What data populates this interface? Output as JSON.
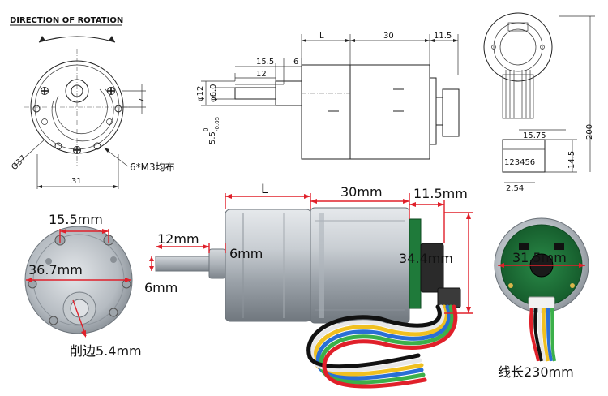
{
  "top_drawings": {
    "direction_label": "DIRECTION OF ROTATION",
    "front_dims": {
      "diameter": "Ø37",
      "width": "31",
      "offset": "7",
      "mount_note": "6*M3均布"
    },
    "side_dims": {
      "L": "L",
      "len_30": "30",
      "len_11_5": "11.5",
      "len_15_5": "15.5",
      "len_6": "6",
      "len_12": "12",
      "shaft_dia_12": "φ12",
      "shaft_dia_6": "φ6.0",
      "flat": "5.5",
      "flat_tol_upper": "0",
      "flat_tol_lower": "-0.05"
    },
    "encoder_dims": {
      "height_200": "200",
      "pitch_15_75": "15.75",
      "height_14_5": "14.5",
      "pins": "123456",
      "pitch_2_54": "2.54"
    }
  },
  "photo_labels": {
    "front_15_5": "15.5mm",
    "front_36_7": "36.7mm",
    "flat": "削边5.4mm",
    "shaft_12": "12mm",
    "shaft_6_len": "6mm",
    "shaft_6_dia": "6mm",
    "L": "L",
    "body_30": "30mm",
    "enc_11_5": "11.5mm",
    "height_34_4": "34.4mm",
    "enc_dia": "31.5mm",
    "cable": "线长230mm"
  },
  "colors": {
    "dimension_red": "#e0202a",
    "pcb_green": "#1f7a3a",
    "metal": "#b9bec4"
  }
}
